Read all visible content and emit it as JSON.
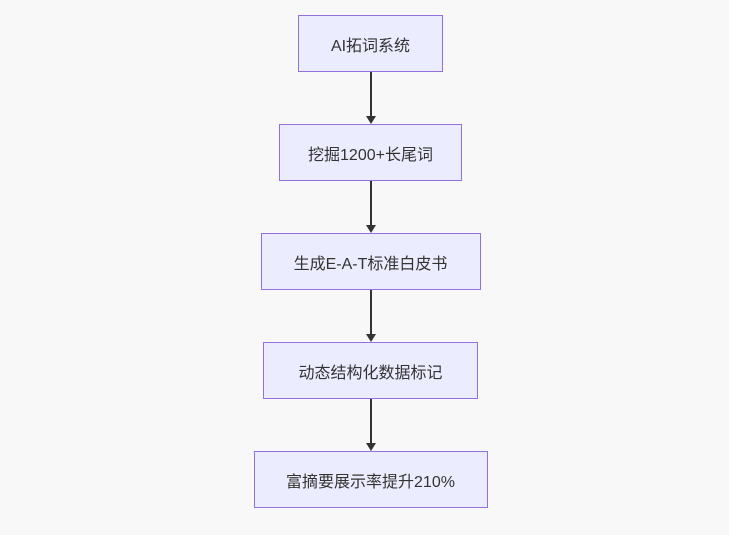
{
  "flowchart": {
    "title": "SEO AI flow diagram",
    "nodes": [
      {
        "id": "A",
        "label": "AI拓词系统"
      },
      {
        "id": "B",
        "label": "挖掘1200+长尾词"
      },
      {
        "id": "C",
        "label": "生成E-A-T标准白皮书"
      },
      {
        "id": "D",
        "label": "动态结构化数据标记"
      },
      {
        "id": "E",
        "label": "富摘要展示率提升210%"
      }
    ],
    "edges": [
      {
        "from": "A",
        "to": "B"
      },
      {
        "from": "B",
        "to": "C"
      },
      {
        "from": "C",
        "to": "D"
      },
      {
        "from": "D",
        "to": "E"
      }
    ],
    "colors": {
      "node_fill": "#ECECFF",
      "node_border": "#9370DB",
      "arrow": "#333333",
      "text": "#333333",
      "background": "#f8f8f8"
    }
  }
}
